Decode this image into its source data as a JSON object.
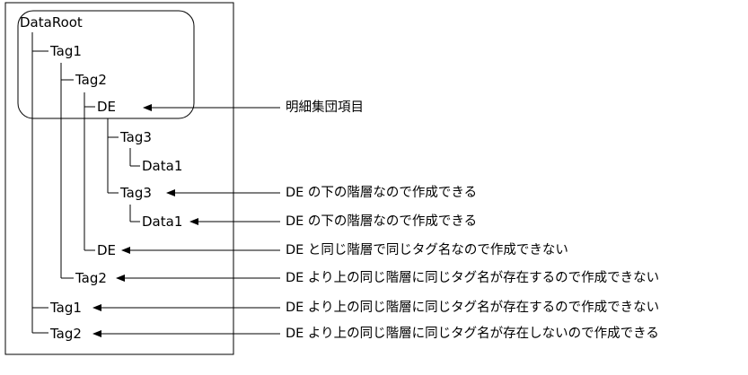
{
  "tree": {
    "root": "DataRoot",
    "nodes": [
      {
        "label": "Tag1"
      },
      {
        "label": "Tag2"
      },
      {
        "label": "DE"
      },
      {
        "label": "Tag3"
      },
      {
        "label": "Data1"
      },
      {
        "label": "Tag3"
      },
      {
        "label": "Data1"
      },
      {
        "label": "DE"
      },
      {
        "label": "Tag2"
      },
      {
        "label": "Tag1"
      },
      {
        "label": "Tag2"
      }
    ]
  },
  "annotations": [
    {
      "text": "明細集団項目"
    },
    {
      "text": "DE の下の階層なので作成できる"
    },
    {
      "text": "DE の下の階層なので作成できる"
    },
    {
      "text": "DE と同じ階層で同じタグ名なので作成できない"
    },
    {
      "text": "DE より上の同じ階層に同じタグ名が存在するので作成できない"
    },
    {
      "text": "DE より上の同じ階層に同じタグ名が存在するので作成できない"
    },
    {
      "text": "DE より上の同じ階層に同じタグ名が存在しないので作成できる"
    }
  ],
  "colors": {
    "line": "#000000",
    "text": "#000000",
    "background": "#ffffff"
  }
}
